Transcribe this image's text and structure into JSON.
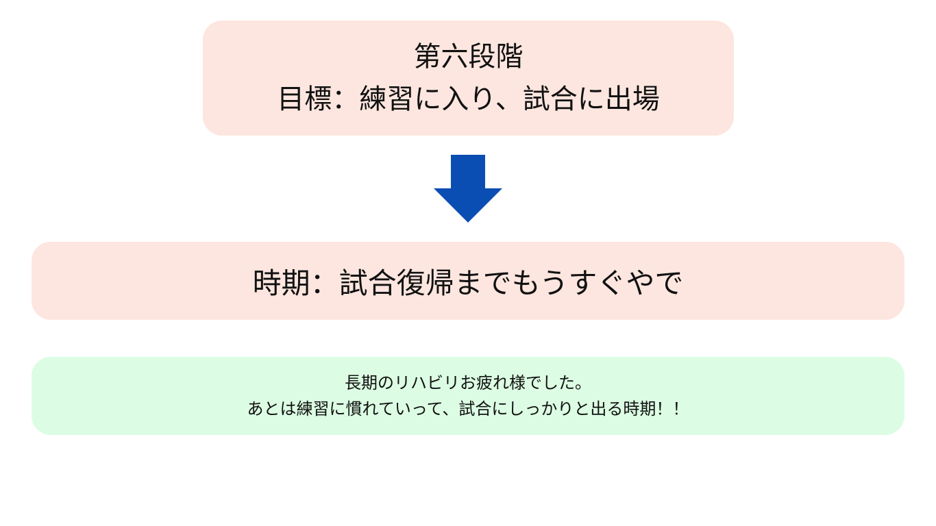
{
  "stage": {
    "title": "第六段階",
    "goal": "目標：練習に入り、試合に出場"
  },
  "period": {
    "text": "時期：試合復帰までもうすぐやで"
  },
  "note": {
    "line1": "長期のリハビリお疲れ様でした。",
    "line2": "あとは練習に慣れていって、試合にしっかりと出る時期！！"
  },
  "colors": {
    "stage_bg": "#fde6df",
    "note_bg": "#dcfde3",
    "arrow": "#0a4db3"
  }
}
